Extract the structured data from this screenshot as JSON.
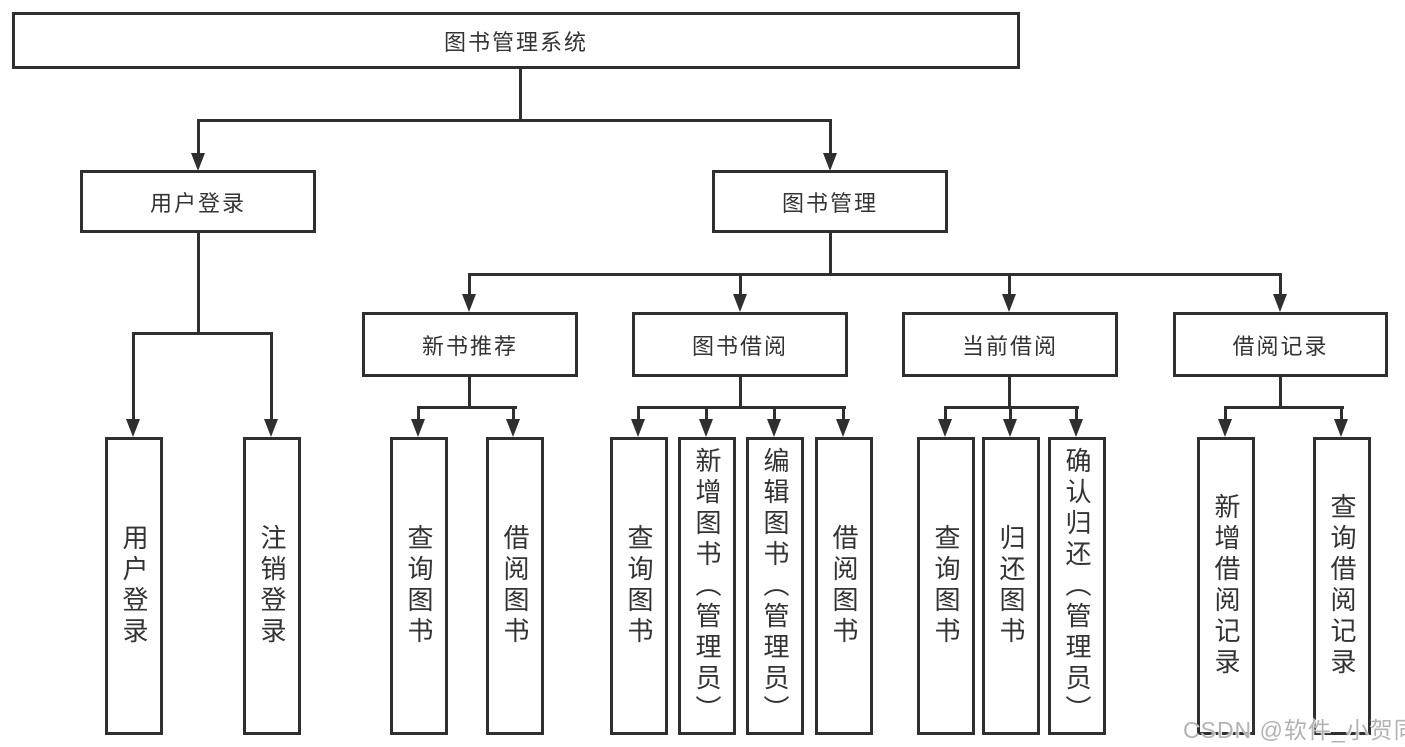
{
  "diagram": {
    "type": "hierarchy-tree",
    "tree": {
      "label": "图书管理系统",
      "children": [
        {
          "label": "用户登录",
          "children": [
            {
              "label": "用户登录"
            },
            {
              "label": "注销登录"
            }
          ]
        },
        {
          "label": "图书管理",
          "children": [
            {
              "label": "新书推荐",
              "children": [
                {
                  "label": "查询图书"
                },
                {
                  "label": "借阅图书"
                }
              ]
            },
            {
              "label": "图书借阅",
              "children": [
                {
                  "label": "查询图书"
                },
                {
                  "label": "新增图书（管理员）"
                },
                {
                  "label": "编辑图书（管理员）"
                },
                {
                  "label": "借阅图书"
                }
              ]
            },
            {
              "label": "当前借阅",
              "children": [
                {
                  "label": "查询图书"
                },
                {
                  "label": "归还图书"
                },
                {
                  "label": "确认归还（管理员）"
                }
              ]
            },
            {
              "label": "借阅记录",
              "children": [
                {
                  "label": "新增借阅记录"
                },
                {
                  "label": "查询借阅记录"
                }
              ]
            }
          ]
        }
      ]
    },
    "colors": {
      "line": "#2f2f2f",
      "text": "#333333",
      "box_background": "#ffffff",
      "page_background": "#ffffff",
      "watermark": "#b3b3b3"
    }
  },
  "watermark": {
    "text": "CSDN @软件_小贺同学"
  }
}
